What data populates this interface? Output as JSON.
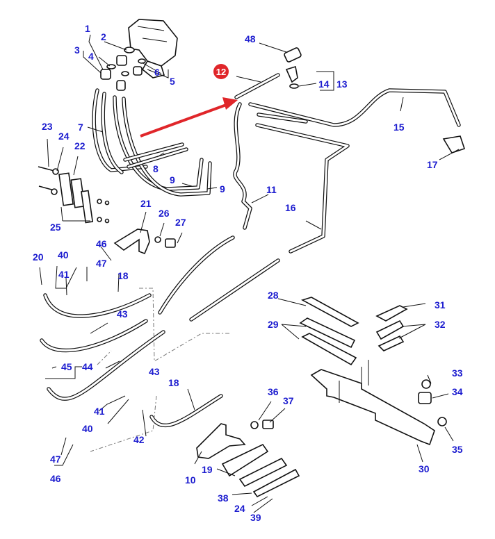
{
  "diagram": {
    "title": "Hydraulic pipes and hoses exploded parts diagram",
    "highlight": {
      "label": "12",
      "color": "#e0262a"
    },
    "label_color": "#1c1ccf",
    "callouts": [
      {
        "id": "c1",
        "label": "1"
      },
      {
        "id": "c2",
        "label": "2"
      },
      {
        "id": "c3",
        "label": "3"
      },
      {
        "id": "c4",
        "label": "4"
      },
      {
        "id": "c5",
        "label": "5"
      },
      {
        "id": "c6",
        "label": "6"
      },
      {
        "id": "c7",
        "label": "7"
      },
      {
        "id": "c8",
        "label": "8"
      },
      {
        "id": "c9a",
        "label": "9"
      },
      {
        "id": "c9b",
        "label": "9"
      },
      {
        "id": "c10",
        "label": "10"
      },
      {
        "id": "c11",
        "label": "11"
      },
      {
        "id": "c13",
        "label": "13"
      },
      {
        "id": "c14",
        "label": "14"
      },
      {
        "id": "c15",
        "label": "15"
      },
      {
        "id": "c16",
        "label": "16"
      },
      {
        "id": "c17",
        "label": "17"
      },
      {
        "id": "c18a",
        "label": "18"
      },
      {
        "id": "c18b",
        "label": "18"
      },
      {
        "id": "c19",
        "label": "19"
      },
      {
        "id": "c20",
        "label": "20"
      },
      {
        "id": "c21",
        "label": "21"
      },
      {
        "id": "c22",
        "label": "22"
      },
      {
        "id": "c23",
        "label": "23"
      },
      {
        "id": "c24a",
        "label": "24"
      },
      {
        "id": "c24b",
        "label": "24"
      },
      {
        "id": "c25",
        "label": "25"
      },
      {
        "id": "c26",
        "label": "26"
      },
      {
        "id": "c27",
        "label": "27"
      },
      {
        "id": "c28",
        "label": "28"
      },
      {
        "id": "c29",
        "label": "29"
      },
      {
        "id": "c30",
        "label": "30"
      },
      {
        "id": "c31",
        "label": "31"
      },
      {
        "id": "c32",
        "label": "32"
      },
      {
        "id": "c33",
        "label": "33"
      },
      {
        "id": "c34",
        "label": "34"
      },
      {
        "id": "c35",
        "label": "35"
      },
      {
        "id": "c36",
        "label": "36"
      },
      {
        "id": "c37",
        "label": "37"
      },
      {
        "id": "c38",
        "label": "38"
      },
      {
        "id": "c39",
        "label": "39"
      },
      {
        "id": "c40a",
        "label": "40"
      },
      {
        "id": "c40b",
        "label": "40"
      },
      {
        "id": "c41a",
        "label": "41"
      },
      {
        "id": "c41b",
        "label": "41"
      },
      {
        "id": "c42",
        "label": "42"
      },
      {
        "id": "c43a",
        "label": "43"
      },
      {
        "id": "c43b",
        "label": "43"
      },
      {
        "id": "c44",
        "label": "44"
      },
      {
        "id": "c45",
        "label": "45"
      },
      {
        "id": "c46a",
        "label": "46"
      },
      {
        "id": "c46b",
        "label": "46"
      },
      {
        "id": "c47a",
        "label": "47"
      },
      {
        "id": "c47b",
        "label": "47"
      },
      {
        "id": "c48",
        "label": "48"
      }
    ]
  }
}
